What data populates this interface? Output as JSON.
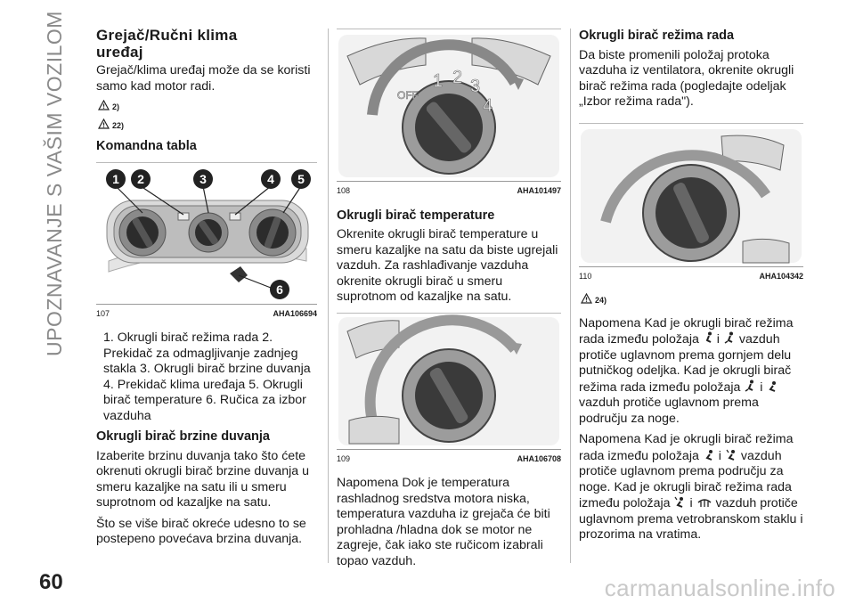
{
  "sidebar": {
    "section_title": "UPOZNAVANJE S VAŠIM VOZILOM"
  },
  "footer": {
    "page_number": "60",
    "watermark": "carmanualsonline.info"
  },
  "col1": {
    "title_line1": "Grejač/Ručni klima",
    "title_line2": "uređaj",
    "intro": "Grejač/klima uređaj može da se koristi samo kad motor radi.",
    "warn_refs": [
      "2)",
      "22)"
    ],
    "controls_heading": "Komandna tabla",
    "fig107": {
      "number": "107",
      "code": "AHA106694",
      "callouts": [
        "1",
        "2",
        "3",
        "4",
        "5",
        "6"
      ]
    },
    "legend": "1. Okrugli birač režima rada 2. Prekidač za odmagljivanje zadnjeg stakla 3. Okrugli birač brzine duvanja 4. Prekidač klima uređaja 5. Okrugli birač temperature 6. Ručica za izbor vazduha",
    "fan_heading": "Okrugli birač brzine duvanja",
    "fan_p1": "Izaberite brzinu duvanja tako što ćete okrenuti okrugli birač brzine duvanja u smeru kazaljke na satu ili u smeru suprotnom od kazaljke na satu.",
    "fan_p2": "Što se više birač okreće udesno to se postepeno povećava brzina duvanja."
  },
  "col2": {
    "fig108": {
      "number": "108",
      "code": "AHA101497",
      "dial_labels": [
        "OFF",
        "1",
        "2",
        "3",
        "4"
      ]
    },
    "temp_heading": "Okrugli birač temperature",
    "temp_p": "Okrenite okrugli birač temperature u smeru kazaljke na satu da biste ugrejali vazduh. Za rashlađivanje vazduha okrenite okrugli birač u smeru suprotnom od kazaljke na satu.",
    "fig109": {
      "number": "109",
      "code": "AHA106708"
    },
    "note": "Napomena Dok je temperatura rashladnog sredstva motora niska, temperatura vazduha iz grejača će biti prohladna /hladna dok se motor ne zagreje, čak iako ste ručicom izabrali topao vazduh."
  },
  "col3": {
    "mode_heading": "Okrugli birač režima rada",
    "mode_p": "Da biste promenili položaj protoka vazduha iz ventilatora, okrenite okrugli birač režima rada (pogledajte odeljak „Izbor režima rada\").",
    "fig110": {
      "number": "110",
      "code": "AHA104342"
    },
    "warn_ref": "24)",
    "note1_a": "Napomena Kad je okrugli birač režima rada između položaja",
    "conj": "i",
    "note1_b": "vazduh protiče uglavnom prema gornjem delu putničkog odeljka. Kad je okrugli birač režima rada između položaja",
    "note1_c": "vazduh protiče uglavnom prema području za noge.",
    "note2_a": "Napomena Kad je okrugli birač režima rada između položaja",
    "note2_b": "vazduh protiče uglavnom prema području za noge. Kad je okrugli birač režima rada između položaja",
    "note2_c": "vazduh protiče uglavnom prema vetrobranskom staklu i prozorima na vratima."
  }
}
